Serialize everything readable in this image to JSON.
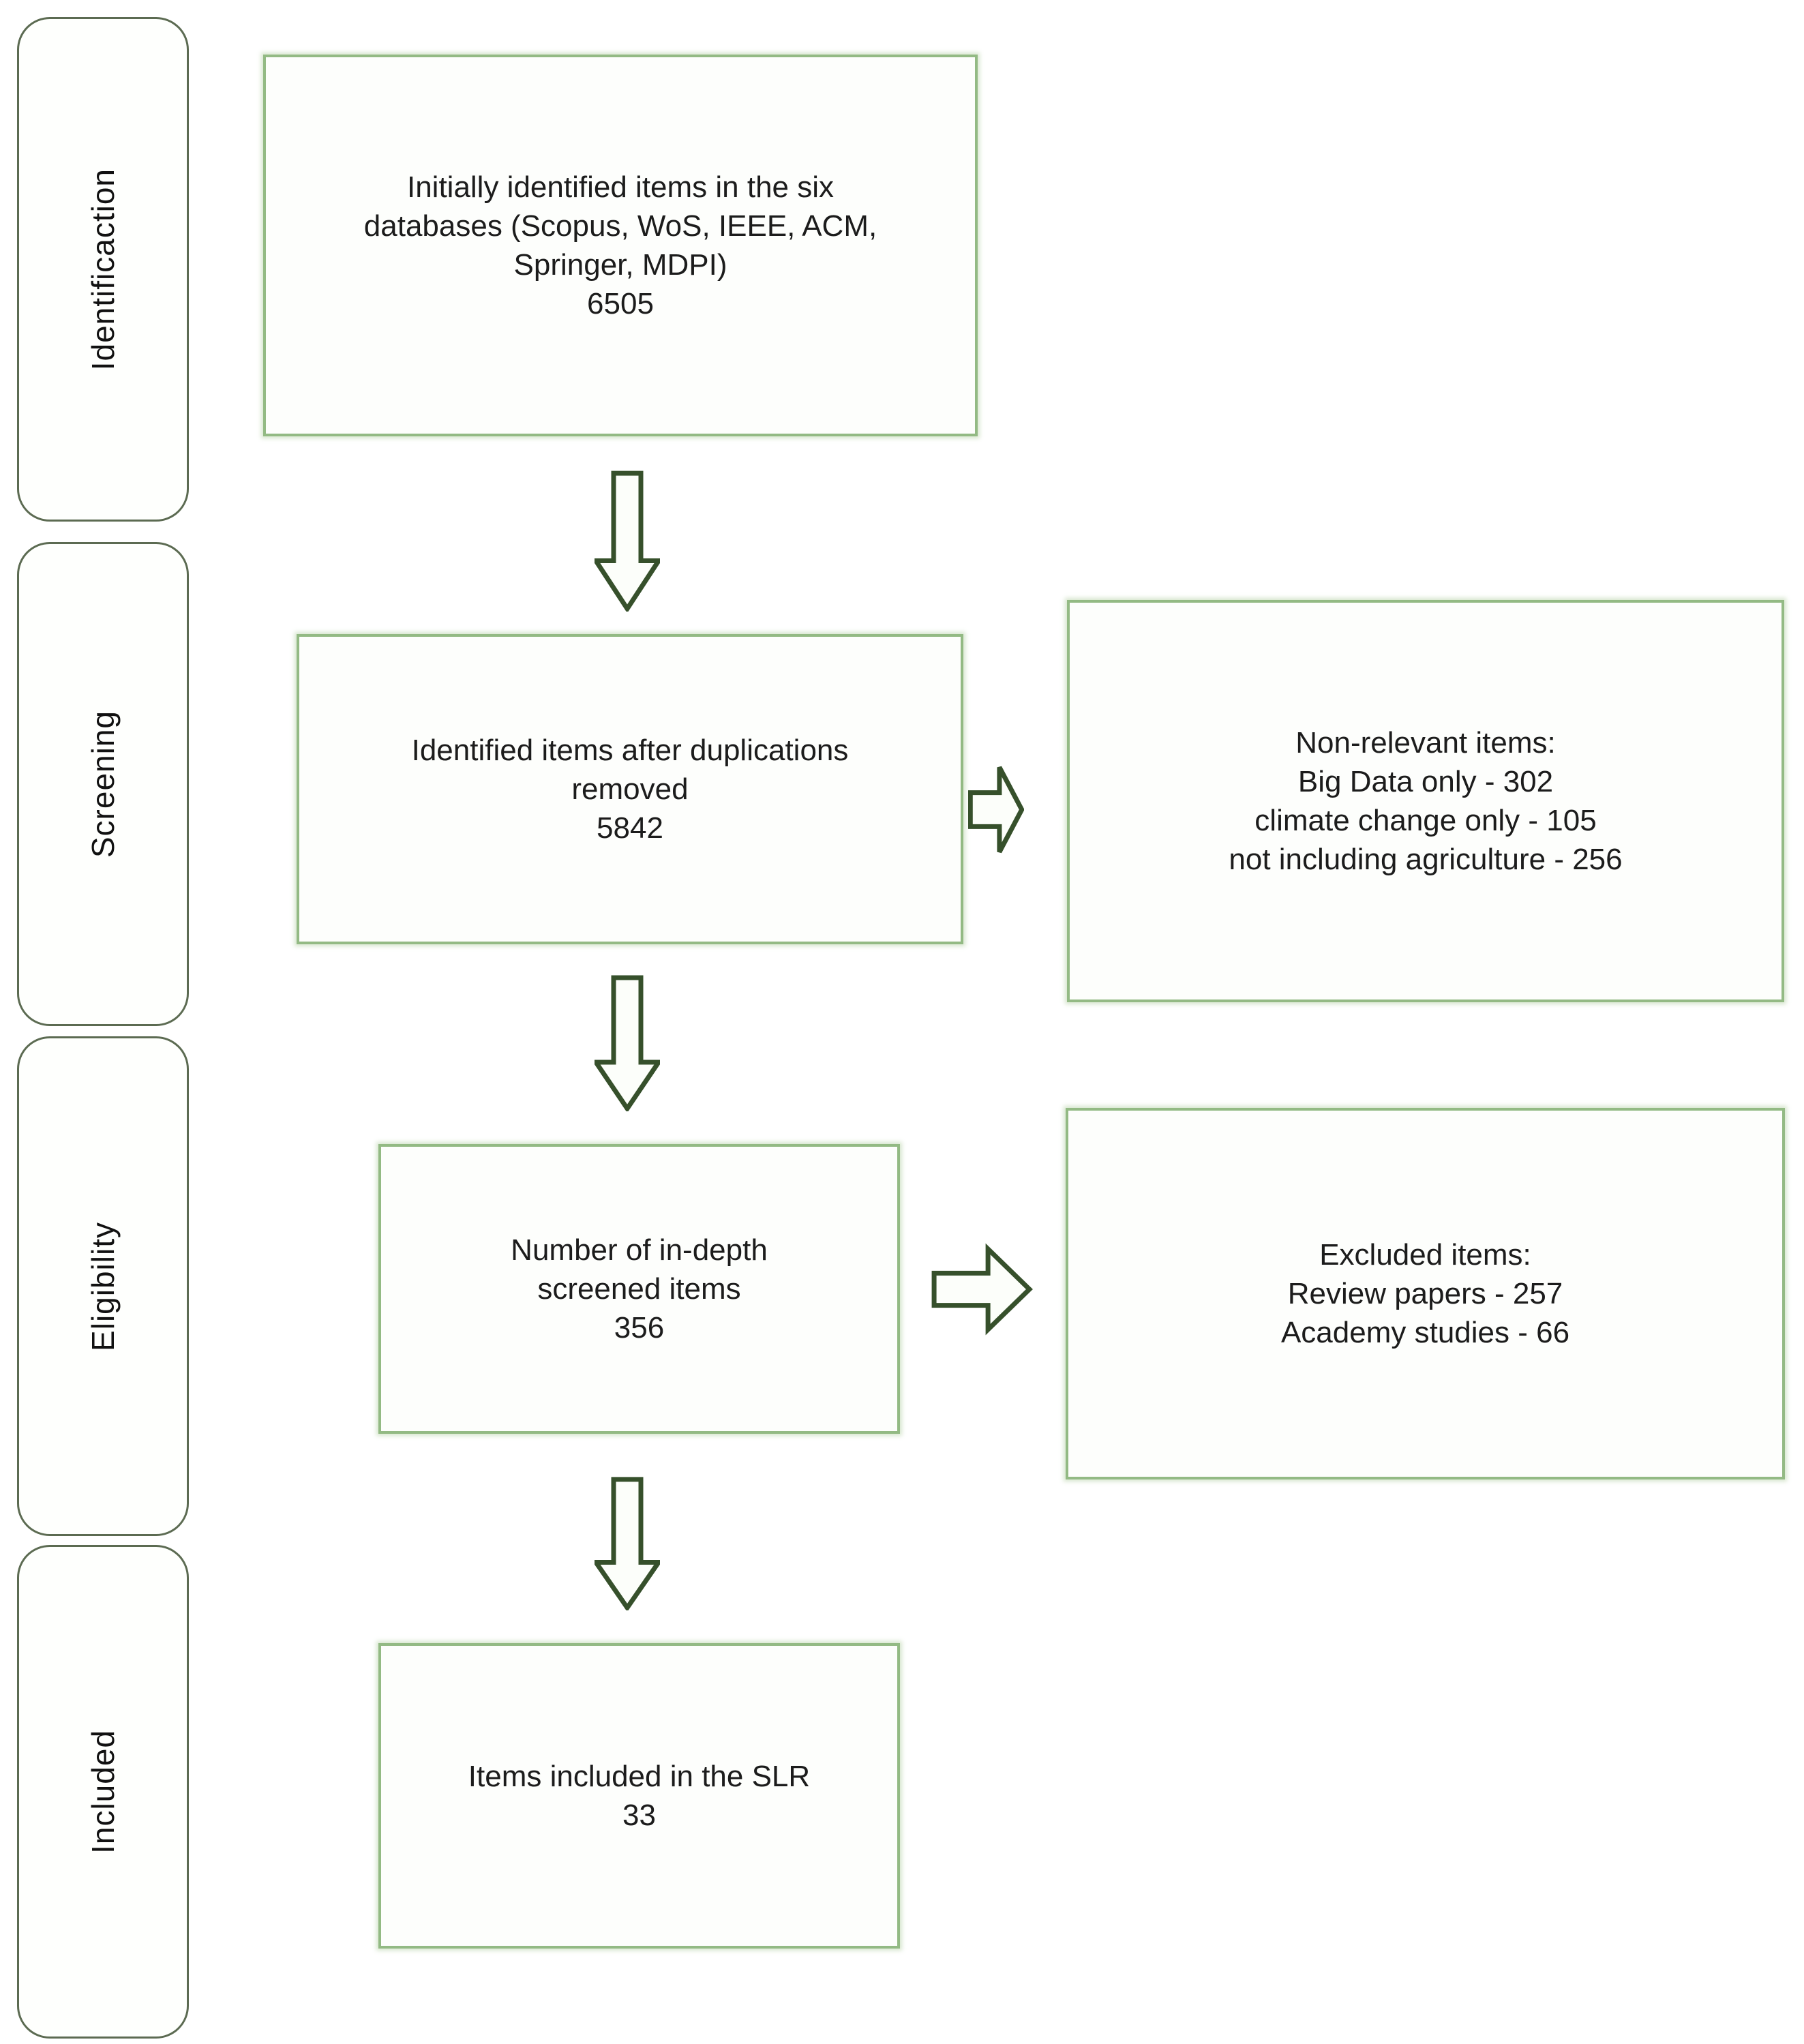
{
  "diagram_type": "systematic-literature-review-prisma-flow",
  "colors": {
    "flow_box_border": "#93ba84",
    "sidebar_border": "#5c6b52",
    "arrow_outline": "#36502b",
    "text": "#1c1c1c",
    "background": "#ffffff"
  },
  "sidebar": {
    "items": [
      {
        "label": "Identificaction"
      },
      {
        "label": "Screening"
      },
      {
        "label": "Eligibility"
      },
      {
        "label": "Included"
      }
    ]
  },
  "flow": {
    "initial": {
      "text": "Initially identified items in the six\ndatabases (Scopus, WoS, IEEE, ACM,\nSpringer, MDPI)\n6505",
      "count": "6505"
    },
    "deduplicated": {
      "text": "Identified items after duplications\nremoved\n5842",
      "count": "5842"
    },
    "screened": {
      "text": "Number of in-depth\nscreened items\n356",
      "count": "356"
    },
    "included": {
      "text": "Items included in the SLR\n33",
      "count": "33"
    }
  },
  "exclusions": {
    "nonrelevant": {
      "text": "Non-relevant items:\nBig Data only - 302\nclimate change only - 105\nnot including agriculture - 256",
      "counts": {
        "big_data_only": "302",
        "climate_change_only": "105",
        "not_including_agriculture": "256"
      }
    },
    "excluded": {
      "text": "Excluded items:\nReview papers - 257\nAcademy studies - 66",
      "counts": {
        "review_papers": "257",
        "academy_studies": "66"
      }
    }
  }
}
